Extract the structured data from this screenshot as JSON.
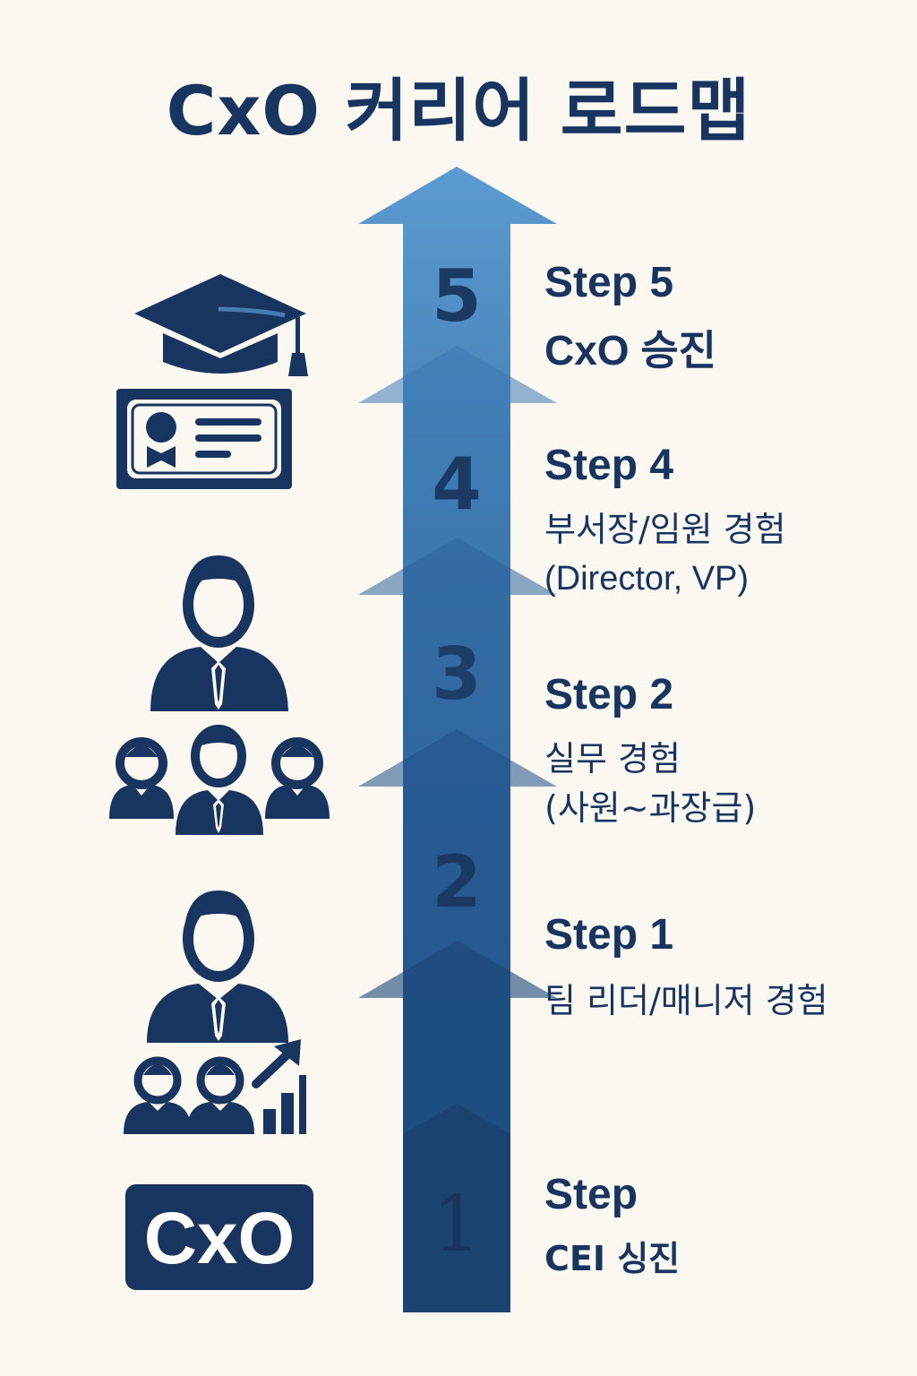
{
  "title": "CxO 커리어 로드맵",
  "colors": {
    "navy": "#17355f",
    "arrow_top": "#5c9bd1",
    "arrow_bottom": "#163c6b",
    "background": "#fbf8f2"
  },
  "numbers": [
    "5",
    "4",
    "3",
    "2",
    "1"
  ],
  "labels": [
    {
      "heading": "Step 5",
      "lines": [
        "CxO 승진"
      ]
    },
    {
      "heading": "Step 4",
      "lines": [
        "부서장/임원 경험",
        "(Director, VP)"
      ]
    },
    {
      "heading": "Step 2",
      "lines": [
        "실무 경험",
        "(사원~과장급)"
      ]
    },
    {
      "heading": "Step 1",
      "lines": [
        "팀 리더/매니저 경험"
      ]
    },
    {
      "heading": "Step",
      "lines": [
        "CEI 싱진"
      ]
    }
  ],
  "icons": {
    "graduation": "graduation-cap-icon",
    "certificate": "certificate-icon",
    "executive": "executive-person-icon",
    "team": "team-group-icon",
    "manager": "manager-growth-icon",
    "badge_text": "CxO"
  }
}
